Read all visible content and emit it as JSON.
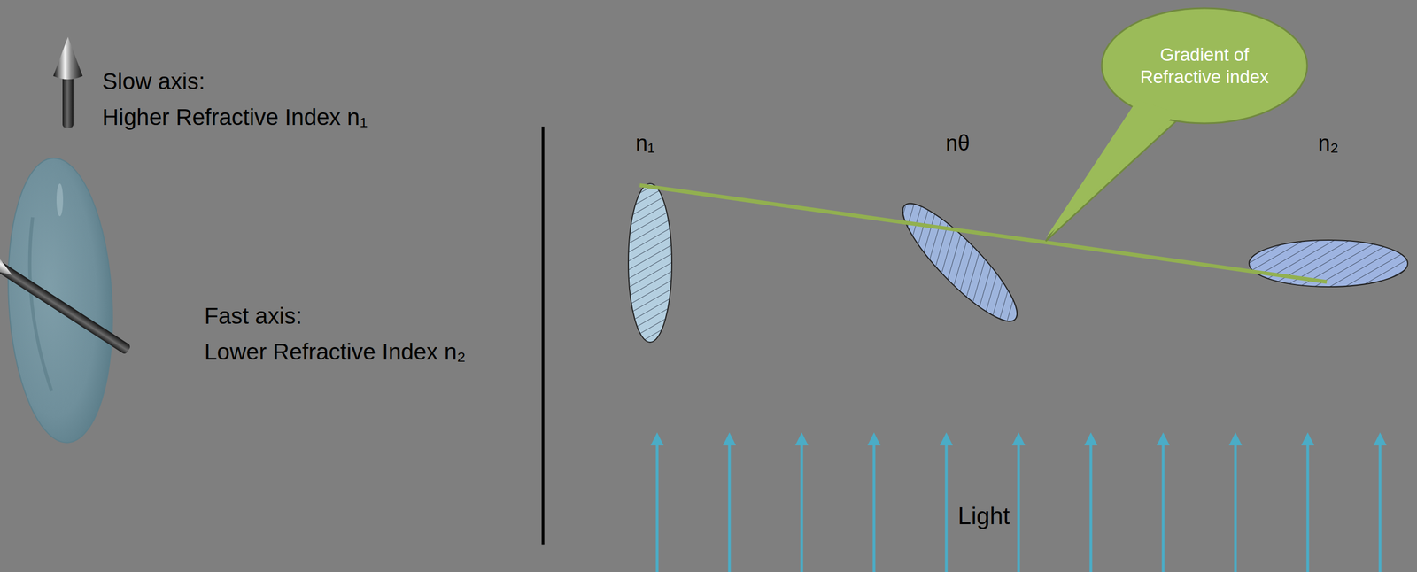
{
  "diagram": {
    "nodes": [
      {
        "text": [
          "Gradient of Refractive index"
        ]
      }
    ],
    "labels": [
      "Slow axis:",
      "Higher Refractive Index n₁",
      "Fast axis:",
      "Lower Refractive Index n₂",
      "n₁",
      "nθ",
      "n₂",
      "Light"
    ]
  }
}
